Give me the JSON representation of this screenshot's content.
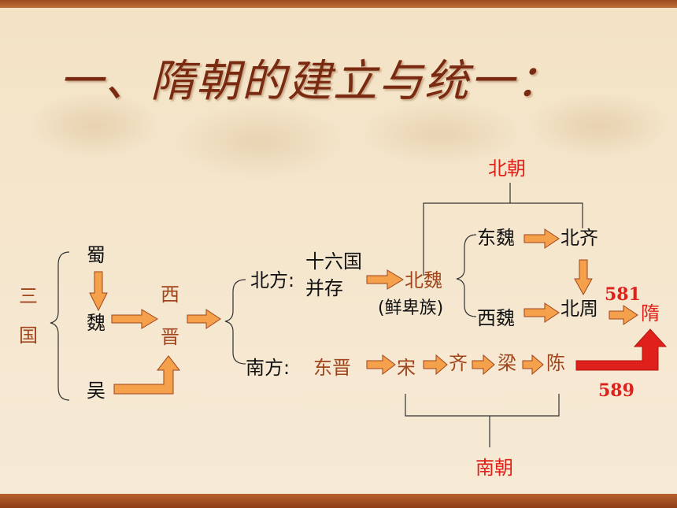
{
  "title": "一、隋朝的建立与统一：",
  "nodes": {
    "sanguo_1": "三",
    "sanguo_2": "国",
    "shu": "蜀",
    "wei": "魏",
    "wu": "吴",
    "xijin_1": "西",
    "xijin_2": "晋",
    "north": "北方:",
    "sixteen_1": "十六国",
    "sixteen_2": "并存",
    "south": "南方:",
    "dongjin": "东晋",
    "beiwei": "北魏",
    "xianbei": "(鲜卑族)",
    "dongwei": "东魏",
    "xiwei": "西魏",
    "beiqi": "北齐",
    "beizhou": "北周",
    "song": "宋",
    "qi": "齐",
    "liang": "梁",
    "chen": "陈",
    "sui": "隋",
    "beichao": "北朝",
    "nanchao": "南朝",
    "year_581": "581",
    "year_589": "589"
  },
  "colors": {
    "arrow_fill": "#f5a04a",
    "arrow_stroke": "#a0441c",
    "red": "#e0201a",
    "brown": "#a0441c",
    "title": "#7a2a10"
  }
}
